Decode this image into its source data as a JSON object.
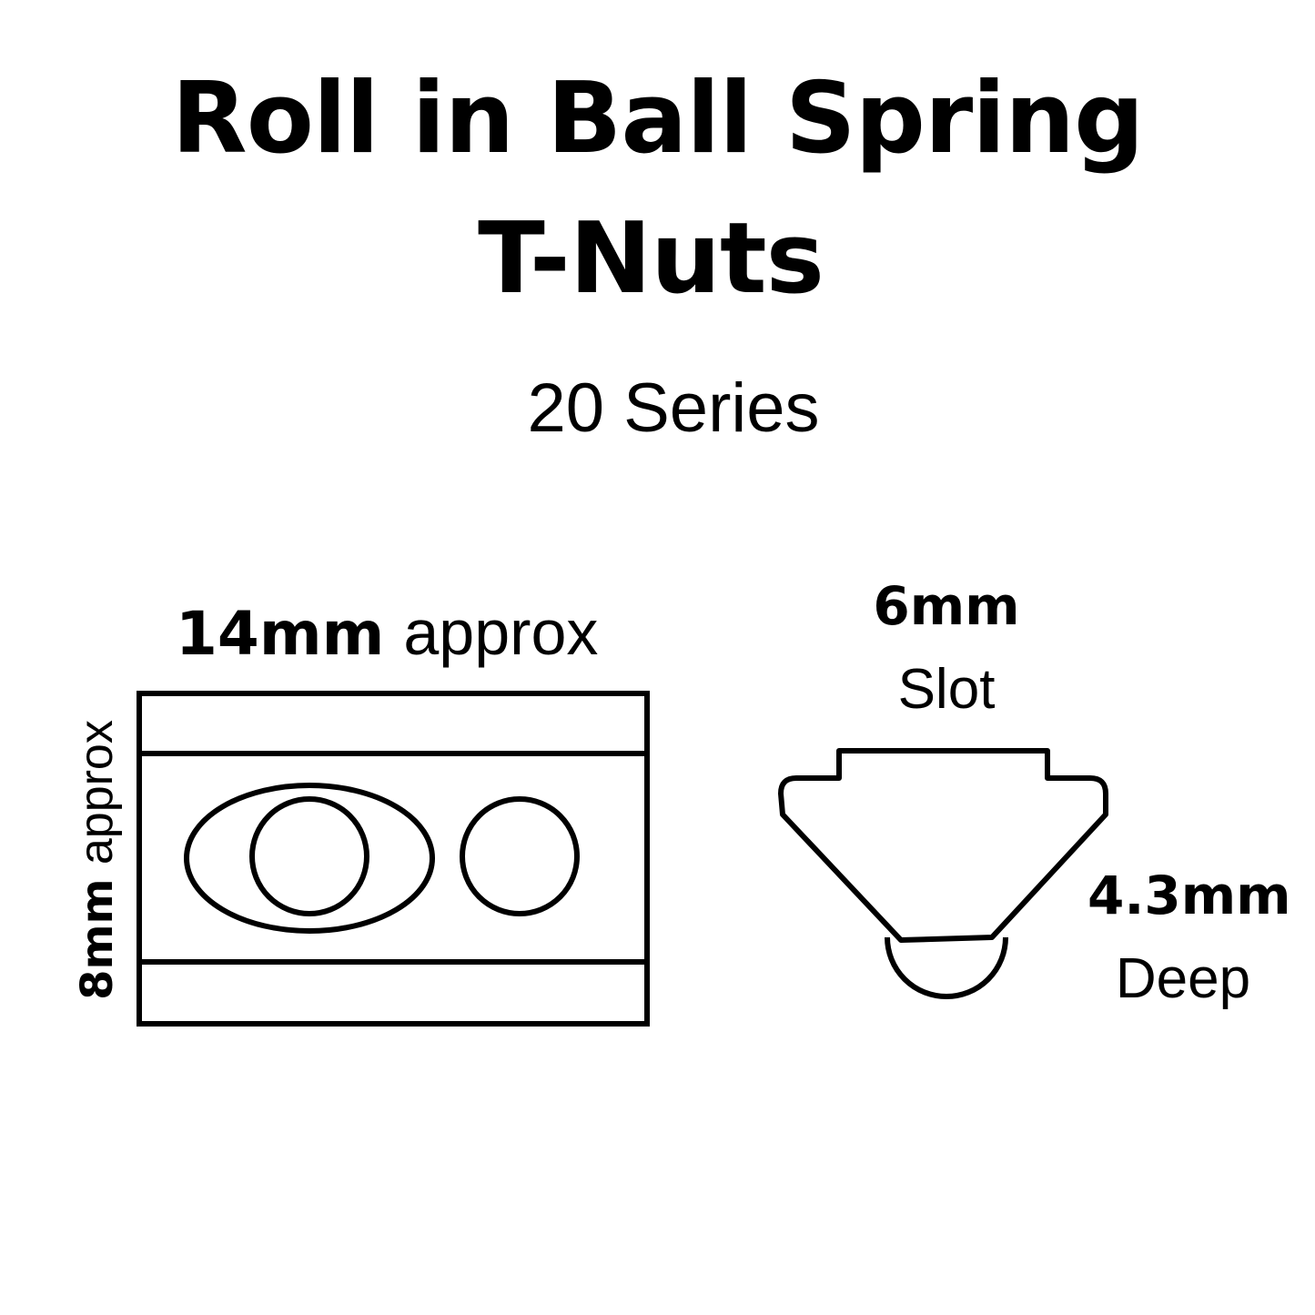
{
  "title": {
    "line1": "Roll in Ball Spring",
    "line2": "T-Nuts"
  },
  "subtitle": "20 Series",
  "top_view": {
    "width_value": "14mm",
    "width_label": "approx",
    "height_value": "8mm",
    "height_label": "approx"
  },
  "profile_view": {
    "slot_value": "6mm",
    "slot_label": "Slot",
    "depth_value": "4.3mm",
    "depth_label": "Deep"
  }
}
